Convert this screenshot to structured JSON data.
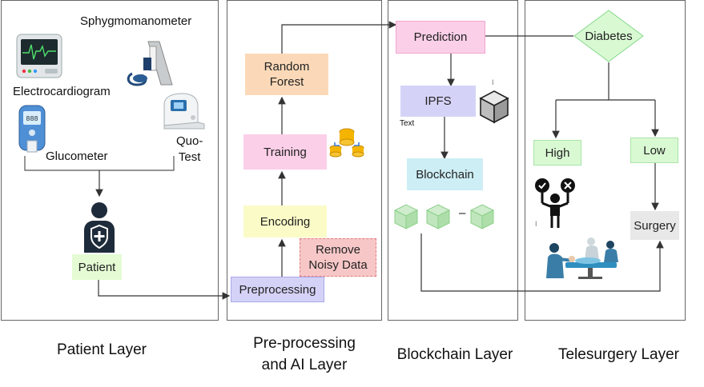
{
  "colors": {
    "pink": "#fbcfe8",
    "orange": "#fbd9b8",
    "yellow": "#fbfbc8",
    "lightred": "#f7c7c7",
    "lavender": "#d4d3f7",
    "lightblue": "#cfe3f5",
    "lightcyan": "#cdeef5",
    "green": "#d9f9d3",
    "green_border": "#86d98a",
    "grey": "#e8e8e8",
    "arrow": "#333333"
  },
  "patient_layer": {
    "devices": {
      "sphygmomanometer": "Sphygmomanometer",
      "electrocardiogram": "Electrocardiogram",
      "glucometer": "Glucometer",
      "quo_test": "Quo-\nTest"
    },
    "patient_box": "Patient",
    "title": "Patient Layer"
  },
  "ai_layer": {
    "random_forest": "Random\nForest",
    "training": "Training",
    "encoding": "Encoding",
    "remove_noisy": "Remove\nNoisy Data",
    "preprocessing": "Preprocessing",
    "title": "Pre-processing\nand AI Layer"
  },
  "blockchain_layer": {
    "prediction": "Prediction",
    "ipfs": "IPFS",
    "text_tag": "Text",
    "tick": "I",
    "blockchain": "Blockchain",
    "dash": "–",
    "title": "Blockchain Layer"
  },
  "telesurgery_layer": {
    "diabetes": "Diabetes",
    "high": "High",
    "low": "Low",
    "surgery": "Surgery",
    "tick": "I",
    "title": "Telesurgery Layer"
  },
  "icons": [
    "ecg-monitor-icon",
    "sphygmomanometer-icon",
    "glucometer-icon",
    "quo-test-icon",
    "patient-shield-icon",
    "database-coins-icon",
    "cube-icon",
    "block-icon",
    "decision-person-icon",
    "surgery-team-icon"
  ]
}
